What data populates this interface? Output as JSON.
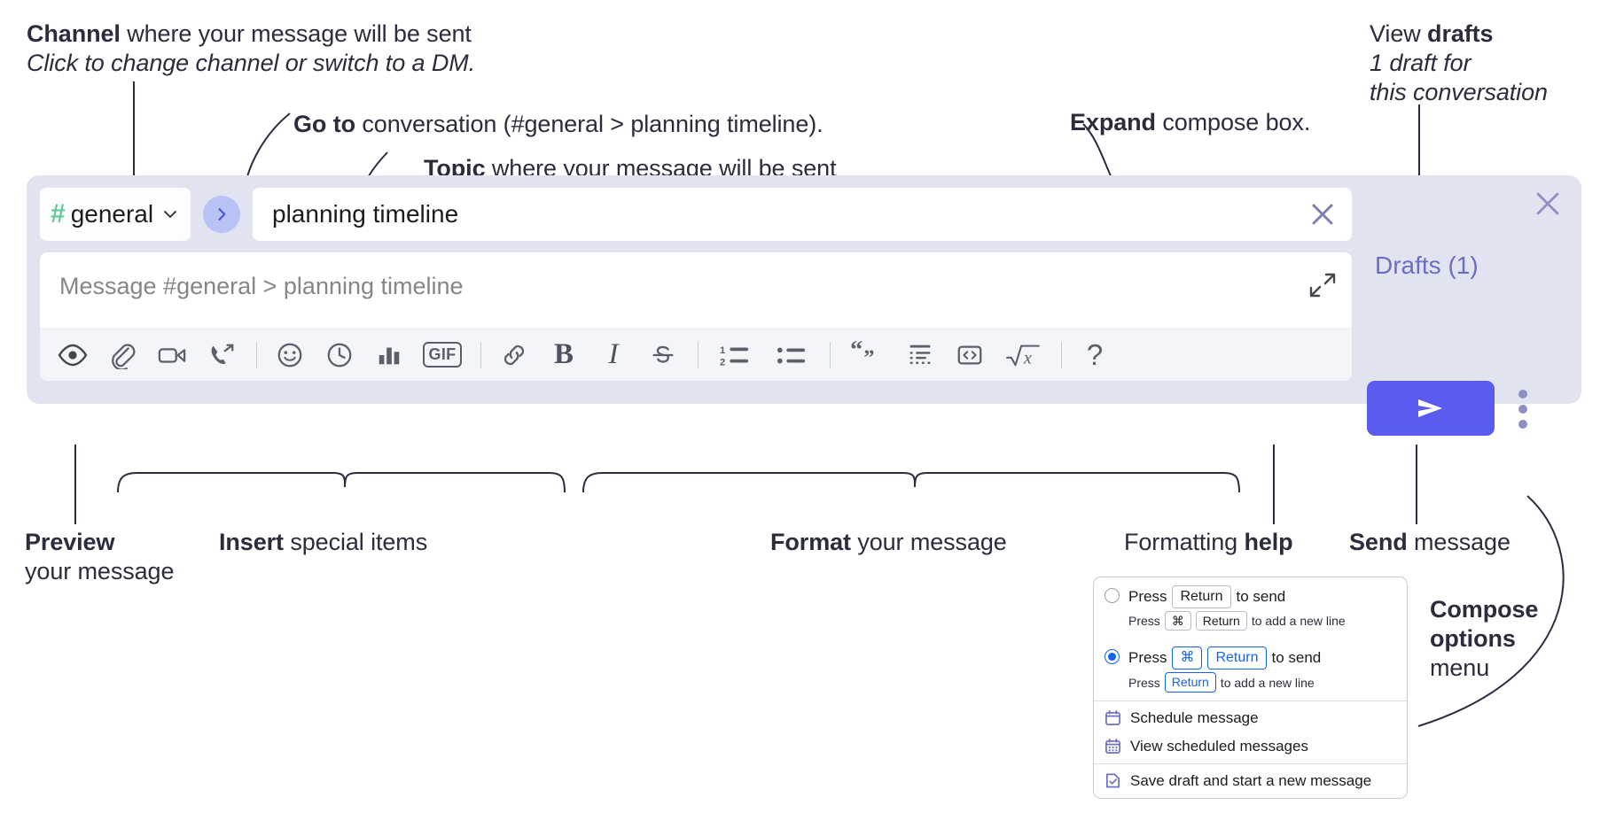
{
  "annotations": {
    "channel": {
      "bold": "Channel",
      "rest": " where your message will be sent",
      "italic": "Click to change channel or switch to a DM."
    },
    "goto": {
      "bold": "Go to",
      "rest": " conversation (#general > planning timeline)."
    },
    "topic": {
      "bold": "Topic",
      "rest": " where your message will be sent"
    },
    "expand": {
      "bold": "Expand",
      "rest": " compose box."
    },
    "drafts": {
      "lead": "View ",
      "bold": "drafts",
      "italic1": "1 draft for",
      "italic2": "this conversation"
    },
    "preview": {
      "bold": "Preview",
      "rest": "your message"
    },
    "insert": {
      "bold": "Insert",
      "rest": " special items"
    },
    "format": {
      "bold": "Format",
      "rest": " your message"
    },
    "help": {
      "lead": "Formatting ",
      "bold": "help"
    },
    "send": {
      "bold": "Send",
      "rest": " message"
    },
    "compose_options": {
      "bold1": "Compose",
      "bold2": "options",
      "rest": "menu"
    }
  },
  "compose": {
    "channel_name": "general",
    "channel_hash": "#",
    "topic_value": "planning timeline",
    "message_placeholder": "Message #general > planning timeline",
    "drafts_label": "Drafts (1)",
    "toolbar": [
      {
        "name": "preview-icon",
        "label": "Preview"
      },
      {
        "name": "attachment-icon",
        "label": "Attach file"
      },
      {
        "name": "video-icon",
        "label": "Record video clip"
      },
      {
        "name": "phone-forward-icon",
        "label": "Record audio clip"
      },
      {
        "name": "emoji-icon",
        "label": "Emoji"
      },
      {
        "name": "clock-icon",
        "label": "Reminder"
      },
      {
        "name": "poll-icon",
        "label": "Poll"
      },
      {
        "name": "gif-icon",
        "label": "GIF"
      },
      {
        "name": "link-icon",
        "label": "Link"
      },
      {
        "name": "bold-icon",
        "label": "B"
      },
      {
        "name": "italic-icon",
        "label": "I"
      },
      {
        "name": "strikethrough-icon",
        "label": "Strikethrough"
      },
      {
        "name": "ordered-list-icon",
        "label": "Ordered list"
      },
      {
        "name": "bulleted-list-icon",
        "label": "Bulleted list"
      },
      {
        "name": "blockquote-icon",
        "label": "Blockquote"
      },
      {
        "name": "code-block-icon",
        "label": "Code block"
      },
      {
        "name": "inline-code-icon",
        "label": "Code"
      },
      {
        "name": "math-icon",
        "label": "Math"
      },
      {
        "name": "help-icon",
        "label": "?"
      }
    ]
  },
  "options_menu": {
    "option1": {
      "press": "Press",
      "key": "Return",
      "tail": "to send",
      "sub_press": "Press",
      "sub_key1": "⌘",
      "sub_key2": "Return",
      "sub_tail": "to add a new line",
      "selected": false
    },
    "option2": {
      "press": "Press",
      "key1": "⌘",
      "key2": "Return",
      "tail": "to send",
      "sub_press": "Press",
      "sub_key": "Return",
      "sub_tail": "to add a new line",
      "selected": true
    },
    "items": [
      {
        "icon": "calendar-icon",
        "label": "Schedule message"
      },
      {
        "icon": "calendar-grid-icon",
        "label": "View scheduled messages"
      },
      {
        "icon": "save-draft-icon",
        "label": "Save draft and start a new message"
      }
    ]
  },
  "colors": {
    "panel_bg": "#e1e3f0",
    "send_button": "#5b5bf0",
    "channel_hash": "#5fc99a",
    "goto_button": "#b9c2f4",
    "drafts_text": "#6b6fc0",
    "radio_selected": "#1264f0",
    "menu_icon": "#6b6fc0"
  }
}
